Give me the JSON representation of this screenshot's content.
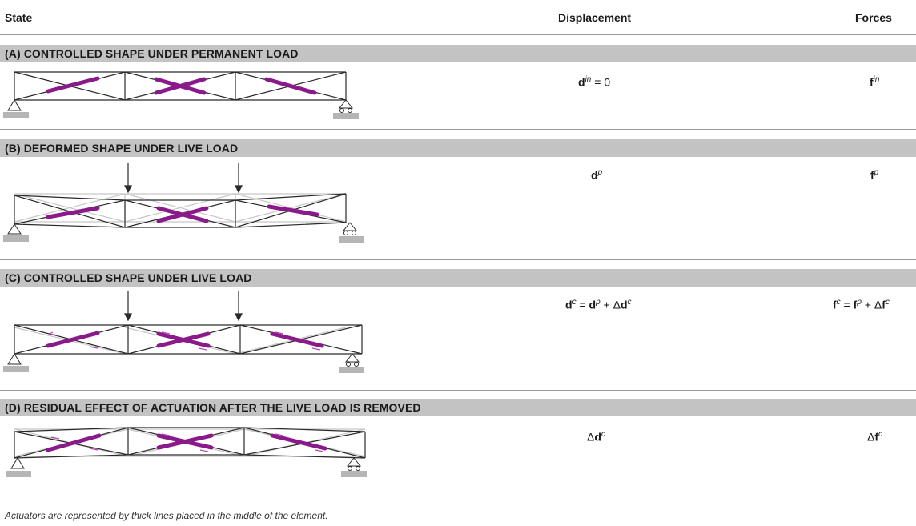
{
  "header": {
    "state": "State",
    "displacement": "Displacement",
    "forces": "Forces"
  },
  "rows": [
    {
      "label": "(A) CONTROLLED SHAPE UNDER PERMANENT LOAD",
      "disp": {
        "sym": "d",
        "sup": "in",
        "tail": " = 0"
      },
      "force": {
        "sym": "f",
        "sup": "in"
      }
    },
    {
      "label": "(B) DEFORMED SHAPE UNDER LIVE LOAD",
      "disp": {
        "sym": "d",
        "sup": "p"
      },
      "force": {
        "sym": "f",
        "sup": "p"
      }
    },
    {
      "label": "(C) CONTROLLED SHAPE UNDER LIVE LOAD",
      "disp": {
        "a": "d",
        "asup": "c",
        "mid": " = ",
        "b": "d",
        "bsup": "p",
        "plus": " + Δ",
        "c": "d",
        "csup": "c"
      },
      "force": {
        "a": "f",
        "asup": "c",
        "mid": " = ",
        "b": "f",
        "bsup": "p",
        "plus": " + Δ",
        "c": "f",
        "csup": "c"
      }
    },
    {
      "label": "(D) RESIDUAL EFFECT OF ACTUATION AFTER THE LIVE LOAD IS REMOVED",
      "disp": {
        "delta": "Δ",
        "sym": "d",
        "sup": "c"
      },
      "force": {
        "delta": "Δ",
        "sym": "f",
        "sup": "c"
      }
    }
  ],
  "footnote": "Actuators are represented by thick lines placed in the middle of the element.",
  "colors": {
    "actuator": "#8a1a8a",
    "actuator_light": "#b04ab0",
    "member": "#2a2a2a",
    "ghost": "#c8c8c8",
    "ground": "#b5b5b5",
    "bar": "#c3c3c3"
  }
}
